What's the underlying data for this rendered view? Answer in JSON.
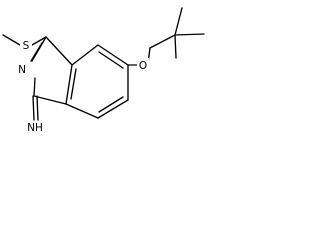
{
  "molecule": {
    "atoms": {
      "sulfur": "S",
      "ring_nitrogen": "N",
      "oxygen": "O",
      "imine": "NH"
    }
  },
  "colors": {
    "background": "#ffffff",
    "bond": "#000000",
    "label": "#000000"
  }
}
